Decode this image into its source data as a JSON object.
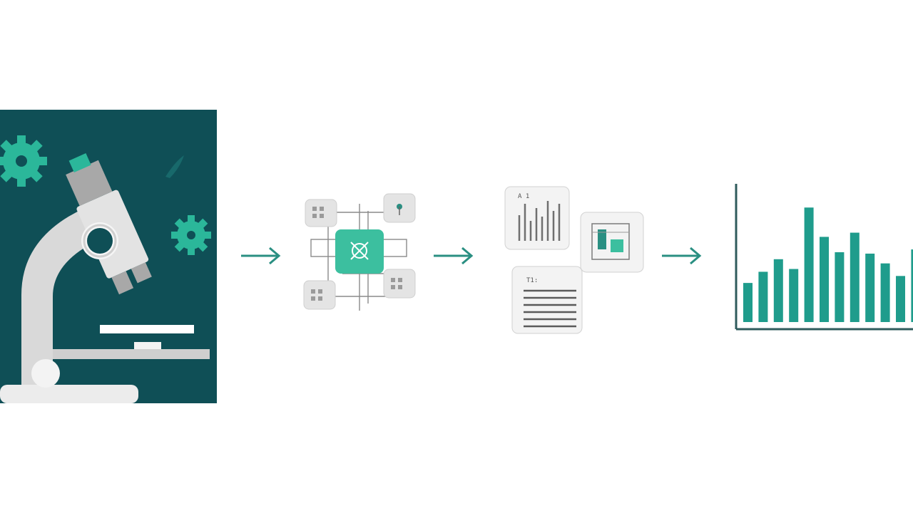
{
  "colors": {
    "teal_dark": "#0f4f56",
    "teal_accent": "#2bb79a",
    "bar": "#1f9c8c",
    "gray_light": "#e6e6e6",
    "gray_mid": "#bdbdbd",
    "white": "#ffffff"
  },
  "stages": [
    {
      "name": "microscope-stage",
      "icons": [
        "microscope-icon",
        "gear-icon",
        "gear-icon",
        "leaf-icon"
      ]
    },
    {
      "name": "network-stage",
      "icons": [
        "node-icon",
        "hub-icon"
      ]
    },
    {
      "name": "documents-stage",
      "icons": [
        "chart-doc-icon",
        "image-doc-icon",
        "text-doc-icon"
      ]
    },
    {
      "name": "results-stage",
      "icons": [
        "bar-chart-icon"
      ]
    }
  ],
  "doc_labels": {
    "chart_card": "A 1",
    "text_card": "T1:"
  },
  "chart_data": {
    "type": "bar",
    "title": "",
    "xlabel": "",
    "ylabel": "",
    "grid": false,
    "values": [
      28,
      36,
      45,
      38,
      82,
      61,
      50,
      64,
      49,
      42,
      33,
      52
    ],
    "ylim": [
      0,
      100
    ]
  }
}
